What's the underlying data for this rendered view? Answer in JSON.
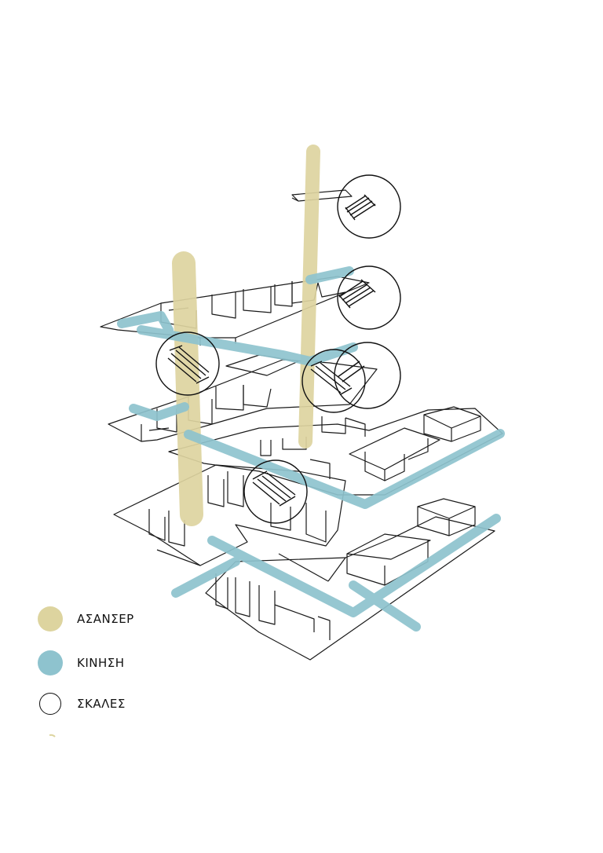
{
  "colors": {
    "elevator": "#ddd49f",
    "circulation": "#8ec3ce",
    "stairs": "#111111",
    "lines": "#1a1a1a"
  },
  "legend": [
    {
      "label": "ΑΣΑΝΣΕΡ",
      "icon": "elevator-swatch",
      "color": "#ddd49f"
    },
    {
      "label": "ΚΙΝΗΣΗ",
      "icon": "circulation-swatch",
      "color": "#8ec3ce"
    },
    {
      "label": "ΣΚΑΛΕΣ",
      "icon": "stairs-circle",
      "color": "#111111"
    }
  ]
}
